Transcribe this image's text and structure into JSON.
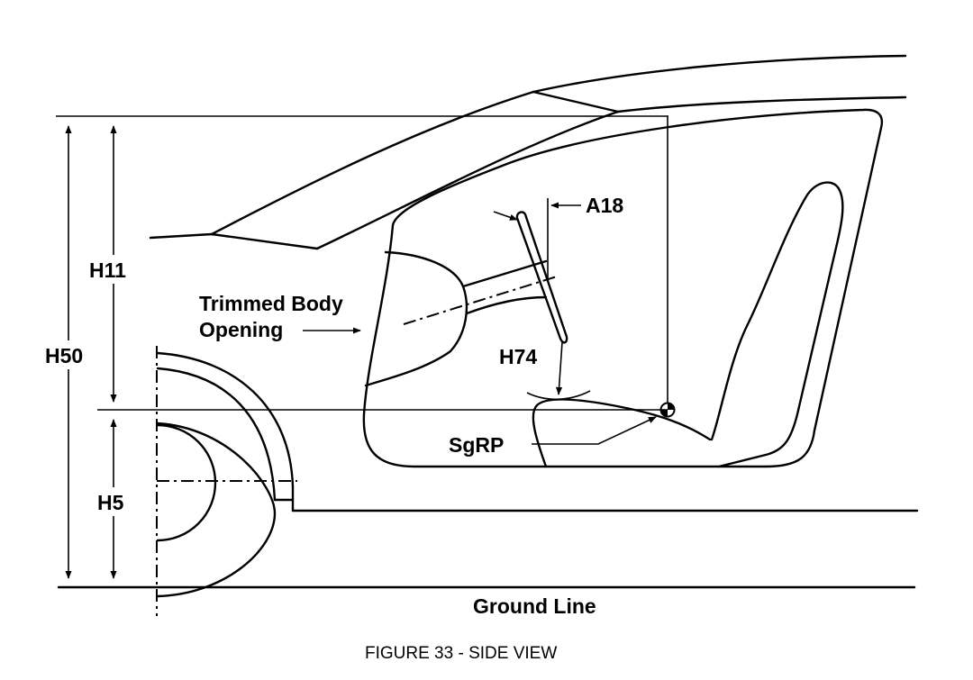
{
  "diagram": {
    "labels": {
      "h11": "H11",
      "h50": "H50",
      "h5": "H5",
      "h74": "H74",
      "a18": "A18",
      "trimmed_body_line1": "Trimmed Body",
      "trimmed_body_line2": "Opening",
      "sgrp": "SgRP",
      "ground_line": "Ground Line"
    },
    "caption": "FIGURE 33 - SIDE VIEW"
  }
}
